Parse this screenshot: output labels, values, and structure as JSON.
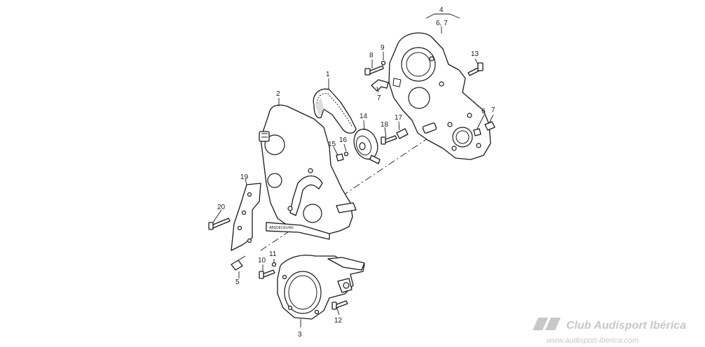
{
  "callouts": {
    "p1": "1",
    "p2": "2",
    "p3": "3",
    "p4": "4",
    "p4_sub": "6, 7",
    "p5": "5",
    "p6": "6",
    "p7a": "7",
    "p7b": "7",
    "p8": "8",
    "p9": "9",
    "p10": "10",
    "p11": "11",
    "p12": "12",
    "p13": "13",
    "p14": "14",
    "p15": "15",
    "p16": "16",
    "p17": "17",
    "p18": "18",
    "p19": "19",
    "p20": "20"
  },
  "cover_stamp": "ABSDECKUNG",
  "watermark": {
    "title": "Club Audisport Ibérica",
    "url": "www.audisport-iberica.com"
  }
}
